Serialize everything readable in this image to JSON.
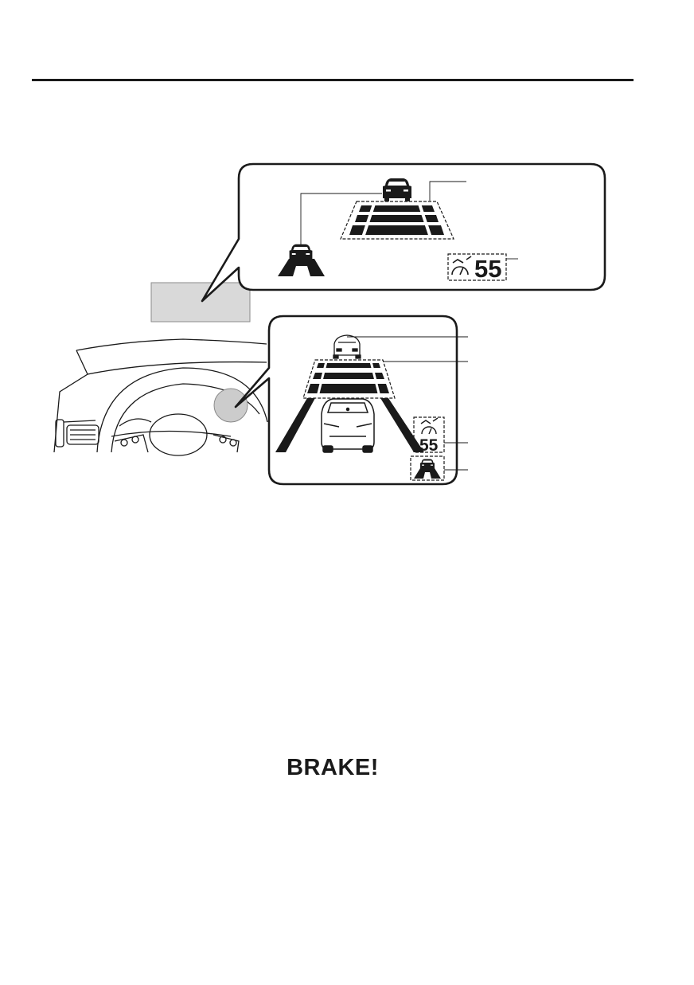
{
  "illustration": {
    "hud_speed": "55",
    "cluster_speed": "55",
    "icons": [
      "vehicle-ahead-icon",
      "distance-bar-icon",
      "set-speed-icon",
      "own-vehicle-lane-icon"
    ],
    "colors": {
      "ink": "#1a1a1a",
      "panel_fill": "#d9d9d9",
      "highlight_fill": "#cccccc"
    }
  },
  "warning": {
    "text": "BRAKE!"
  }
}
